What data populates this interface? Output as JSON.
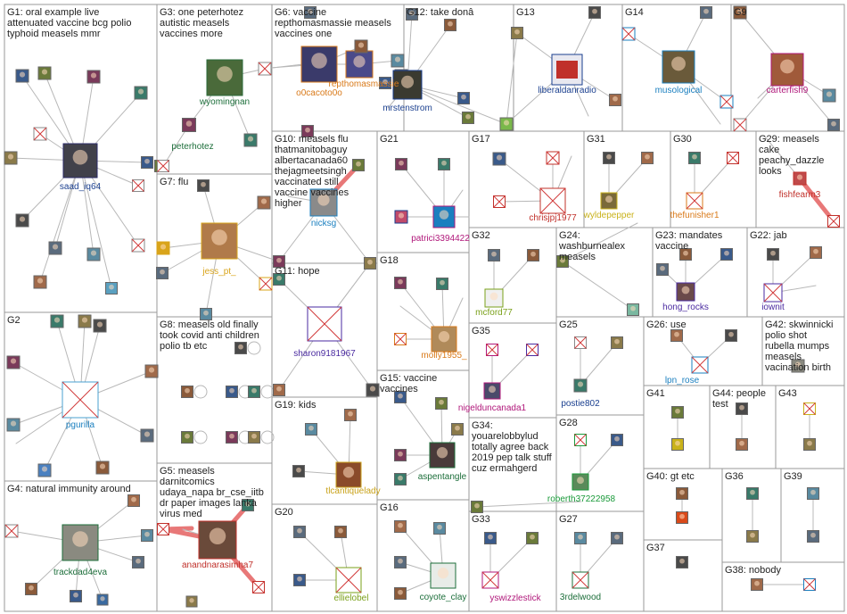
{
  "colors": {
    "group_border": "#9a9a9a",
    "edge": "#b8b8b8",
    "edge_strong": "#e87878",
    "node_x": "#d13a3a"
  },
  "groups": [
    {
      "id": "g1",
      "title": [
        "G1: oral example live",
        "attenuated vaccine bcg polio",
        "typhoid measels mmr"
      ]
    },
    {
      "id": "g2",
      "title": [
        "G2"
      ]
    },
    {
      "id": "g3",
      "title": [
        "G3: one peterhotez",
        "autistic measels",
        "vaccines more"
      ]
    },
    {
      "id": "g4",
      "title": [
        "G4: natural immunity around"
      ]
    },
    {
      "id": "g5",
      "title": [
        "G5: measels",
        "darnitcomics",
        "udaya_napa br_cse_iitb",
        "dr paper images lanka",
        "virus med"
      ]
    },
    {
      "id": "g6",
      "title": [
        "G6: vaccine",
        "repthomasmassie measels",
        "vaccines one"
      ]
    },
    {
      "id": "g7",
      "title": [
        "G7: flu"
      ]
    },
    {
      "id": "g8",
      "title": [
        "G8: measels old finally",
        "took covid anti children",
        "polio tb etc"
      ]
    },
    {
      "id": "g9",
      "title": [
        "G9"
      ]
    },
    {
      "id": "g10",
      "title": [
        "G10: measels flu",
        "thatmanitobaguy",
        "albertacanada60",
        "thejagmeetsingh",
        "vaccinated still",
        "vaccine vaccines",
        "higher"
      ]
    },
    {
      "id": "g11",
      "title": [
        "G11: hope"
      ]
    },
    {
      "id": "g12",
      "title": [
        "G12: take donâ"
      ]
    },
    {
      "id": "g13",
      "title": [
        "G13"
      ]
    },
    {
      "id": "g14",
      "title": [
        "G14"
      ]
    },
    {
      "id": "g15",
      "title": [
        "G15: vaccine",
        "vaccines"
      ]
    },
    {
      "id": "g16",
      "title": [
        "G16"
      ]
    },
    {
      "id": "g17",
      "title": [
        "G17"
      ]
    },
    {
      "id": "g18",
      "title": [
        "G18"
      ]
    },
    {
      "id": "g19",
      "title": [
        "G19: kids"
      ]
    },
    {
      "id": "g20",
      "title": [
        "G20"
      ]
    },
    {
      "id": "g21",
      "title": [
        "G21"
      ]
    },
    {
      "id": "g22",
      "title": [
        "G22: jab"
      ]
    },
    {
      "id": "g23",
      "title": [
        "G23: mandates",
        "vaccine"
      ]
    },
    {
      "id": "g24",
      "title": [
        "G24:",
        "washburnealex",
        "measels"
      ]
    },
    {
      "id": "g25",
      "title": [
        "G25"
      ]
    },
    {
      "id": "g26",
      "title": [
        "G26: use"
      ]
    },
    {
      "id": "g27",
      "title": [
        "G27"
      ]
    },
    {
      "id": "g28",
      "title": [
        "G28"
      ]
    },
    {
      "id": "g29",
      "title": [
        "G29: measels",
        "cake",
        "peachy_dazzle",
        "looks"
      ]
    },
    {
      "id": "g30",
      "title": [
        "G30"
      ]
    },
    {
      "id": "g31",
      "title": [
        "G31"
      ]
    },
    {
      "id": "g32",
      "title": [
        "G32"
      ]
    },
    {
      "id": "g33",
      "title": [
        "G33"
      ]
    },
    {
      "id": "g34",
      "title": [
        "G34:",
        "youarelobbylud",
        "totally agree back",
        "2019 pep talk stuff",
        "cuz ermahgerd"
      ]
    },
    {
      "id": "g35",
      "title": [
        "G35"
      ]
    },
    {
      "id": "g36",
      "title": [
        "G36"
      ]
    },
    {
      "id": "g37",
      "title": [
        "G37"
      ]
    },
    {
      "id": "g38",
      "title": [
        "G38: nobody"
      ]
    },
    {
      "id": "g39",
      "title": [
        "G39"
      ]
    },
    {
      "id": "g40",
      "title": [
        "G40: gt etc"
      ]
    },
    {
      "id": "g41",
      "title": [
        "G41"
      ]
    },
    {
      "id": "g42",
      "title": [
        "G42: skwinnicki",
        "polio shot",
        "rubella mumps",
        "measels",
        "vacination birth"
      ]
    },
    {
      "id": "g43",
      "title": [
        "G43"
      ]
    },
    {
      "id": "g44",
      "title": [
        "G44: people",
        "test"
      ]
    }
  ],
  "labels": [
    {
      "id": "saad",
      "text": "saad_iq64",
      "color": "#1a3f8f"
    },
    {
      "id": "peterhotez",
      "text": "peterhotez",
      "color": "#1c6e3a"
    },
    {
      "id": "wyomingnan",
      "text": "wyomingnan",
      "color": "#1c6e3a"
    },
    {
      "id": "o0cacoto0o",
      "text": "o0cacoto0o",
      "color": "#d97a1a"
    },
    {
      "id": "repthomas",
      "text": "repthomasmassie",
      "color": "#d97a1a"
    },
    {
      "id": "mrstenstrom",
      "text": "mrstenstrom",
      "color": "#1a3f8f"
    },
    {
      "id": "liberaldanradio",
      "text": "liberaldanradio",
      "color": "#1a3f8f"
    },
    {
      "id": "musological",
      "text": "musological",
      "color": "#1a7fbf"
    },
    {
      "id": "carterfish9",
      "text": "carterfish9",
      "color": "#b0177a"
    },
    {
      "id": "jess",
      "text": "jess_pt_",
      "color": "#d9a41a"
    },
    {
      "id": "nicksg",
      "text": "nicksg",
      "color": "#1a7fbf"
    },
    {
      "id": "patrici",
      "text": "patrici3394422",
      "color": "#b0177a"
    },
    {
      "id": "chrisjpj",
      "text": "chrisjpj1977",
      "color": "#c0302a"
    },
    {
      "id": "wyldepepper",
      "text": "wyldepepper",
      "color": "#c9b21a"
    },
    {
      "id": "thefunisher",
      "text": "thefunisher1",
      "color": "#d97a1a"
    },
    {
      "id": "fishfearm",
      "text": "fishfearm3",
      "color": "#c0302a"
    },
    {
      "id": "pgurilla",
      "text": "pgurilla",
      "color": "#1a7fbf"
    },
    {
      "id": "sharon",
      "text": "sharon9181967",
      "color": "#4a2aa0"
    },
    {
      "id": "mcford",
      "text": "mcford77",
      "color": "#7aa01a"
    },
    {
      "id": "molly",
      "text": "molly1955_",
      "color": "#d97a1a"
    },
    {
      "id": "hong",
      "text": "hong_rocks",
      "color": "#4a2aa0"
    },
    {
      "id": "iownit",
      "text": "iownit",
      "color": "#4a2aa0"
    },
    {
      "id": "nigeld",
      "text": "nigelduncanada1",
      "color": "#b0177a"
    },
    {
      "id": "lpn",
      "text": "lpn_rose",
      "color": "#1a7fbf"
    },
    {
      "id": "postie",
      "text": "postie802",
      "color": "#1a3f8f"
    },
    {
      "id": "aspentangle",
      "text": "aspentangle",
      "color": "#1c6e3a"
    },
    {
      "id": "roberth",
      "text": "roberth37222958",
      "color": "#1a9a3a"
    },
    {
      "id": "tlcanti",
      "text": "tlcantiquelady",
      "color": "#c9a21a"
    },
    {
      "id": "anandn",
      "text": "anandnarasimha7",
      "color": "#c0302a"
    },
    {
      "id": "trackdad",
      "text": "trackdad4eva",
      "color": "#1c6e3a"
    },
    {
      "id": "ellie",
      "text": "ellielobel",
      "color": "#7aa01a"
    },
    {
      "id": "coyote",
      "text": "coyote_clay",
      "color": "#1c6e3a"
    },
    {
      "id": "yswizzle",
      "text": "yswizzlestick",
      "color": "#b0177a"
    },
    {
      "id": "3rdel",
      "text": "3rdelwood",
      "color": "#1c6e3a"
    }
  ]
}
